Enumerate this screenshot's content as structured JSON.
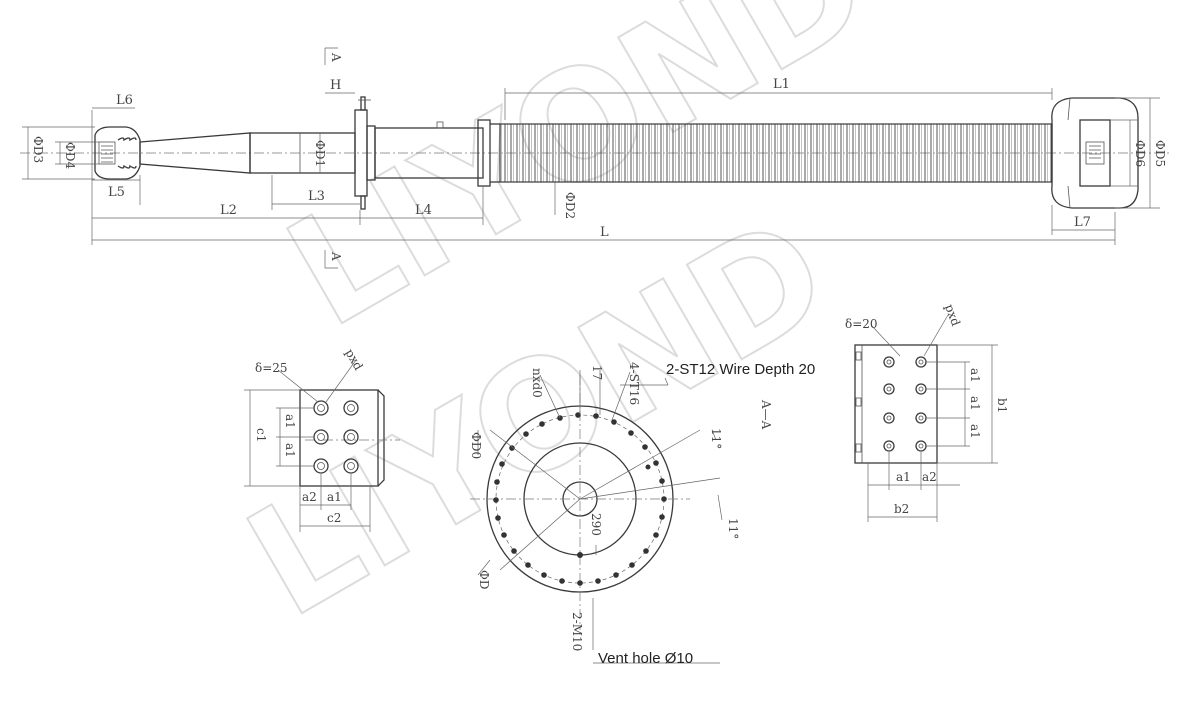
{
  "watermark": "LIYOND",
  "section_marker": "A",
  "dimensions": {
    "L": "L",
    "L1": "L1",
    "L2": "L2",
    "L3": "L3",
    "L4": "L4",
    "L5": "L5",
    "L6": "L6",
    "L7": "L7",
    "H": "H",
    "D1": "ΦD1",
    "D2": "ΦD2",
    "D3": "ΦD3",
    "D4": "ΦD4",
    "D5": "ΦD5",
    "D6": "ΦD6"
  },
  "left_terminal": {
    "delta": "δ=25",
    "pxd": "pxd",
    "a1": "a1",
    "a2": "a2",
    "c1": "c1",
    "c2": "c2"
  },
  "flange": {
    "section": "A—A",
    "nxd0": "nxd0",
    "st16": "4-ST16",
    "seventeen": "17",
    "D0": "ΦD0",
    "D": "ΦD",
    "angle1": "11°",
    "angle2": "11°",
    "r290": "290",
    "m10": "2-M10",
    "wire_note": "2-ST12 Wire Depth 20",
    "vent_note": "Vent hole Ø10"
  },
  "right_terminal": {
    "delta": "δ=20",
    "pxd": "pxd",
    "a1": "a1",
    "a2": "a2",
    "b1": "b1",
    "b2": "b2"
  }
}
